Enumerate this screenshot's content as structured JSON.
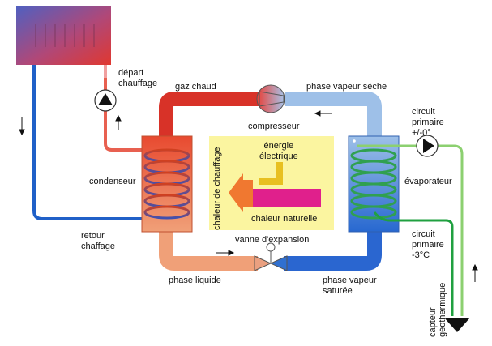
{
  "labels": {
    "depart_chauffage": "départ\nchauffage",
    "gaz_chaud": "gaz chaud",
    "phase_vapeur_seche": "phase vapeur sèche",
    "compresseur": "compresseur",
    "circuit_primaire_top": "circuit\nprimaire\n+/-0°",
    "condenseur": "condenseur",
    "evaporateur": "évaporateur",
    "energie_electrique": "énergie\nélectrique",
    "chaleur_naturelle": "chaleur naturelle",
    "chaleur_de_chauffage": "chaleur de chauffage",
    "retour_chauffage": "retour\nchaffage",
    "vanne_expansion": "vanne d'expansion",
    "circuit_primaire_bottom": "circuit\nprimaire\n-3°C",
    "phase_liquide": "phase liquide",
    "phase_vapeur_saturee": "phase vapeur\nsaturée",
    "capteur_geothermique": "capteur\ngéothermique"
  },
  "colors": {
    "hot": "#d83228",
    "cold": "#2060c8",
    "light_blue": "#9ec0e8",
    "salmon": "#f0a078",
    "yellow_panel": "#fbf5a0",
    "yellow_arrow": "#e8c020",
    "magenta_arrow": "#e0208c",
    "orange_arrow": "#f07830",
    "green_light": "#8cd070",
    "green_dark": "#20a040"
  }
}
